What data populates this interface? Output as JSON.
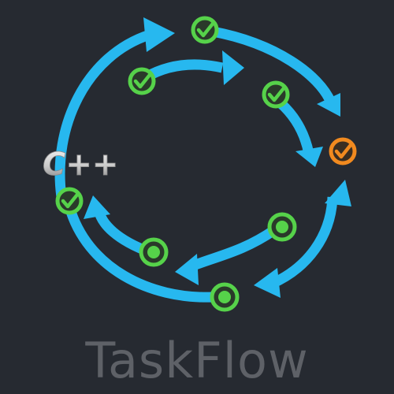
{
  "logo": {
    "language_badge": "C++",
    "wordmark": "TaskFlow",
    "colors": {
      "background": "#262a31",
      "arrow": "#27b8ef",
      "node_done": "#56d24a",
      "node_active": "#f18a1f",
      "badge_text": "#e8e8e8",
      "wordmark": "#5e6167"
    },
    "icons": [
      "check-icon",
      "circular-flow-arrows"
    ]
  }
}
